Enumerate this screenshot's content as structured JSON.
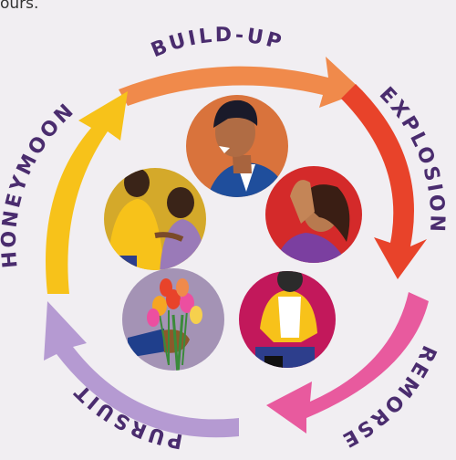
{
  "intro_fragment": "ours.",
  "cycle": {
    "stages": [
      {
        "id": "build-up",
        "label": "BUILD-UP",
        "color": "#f08a4b"
      },
      {
        "id": "explosion",
        "label": "EXPLOSION",
        "color": "#e8432a"
      },
      {
        "id": "remorse",
        "label": "REMORSE",
        "color": "#e85a9e"
      },
      {
        "id": "pursuit",
        "label": "PURSUIT",
        "color": "#b59ad2"
      },
      {
        "id": "honeymoon",
        "label": "HONEYMOON",
        "color": "#f7c21a"
      }
    ]
  }
}
